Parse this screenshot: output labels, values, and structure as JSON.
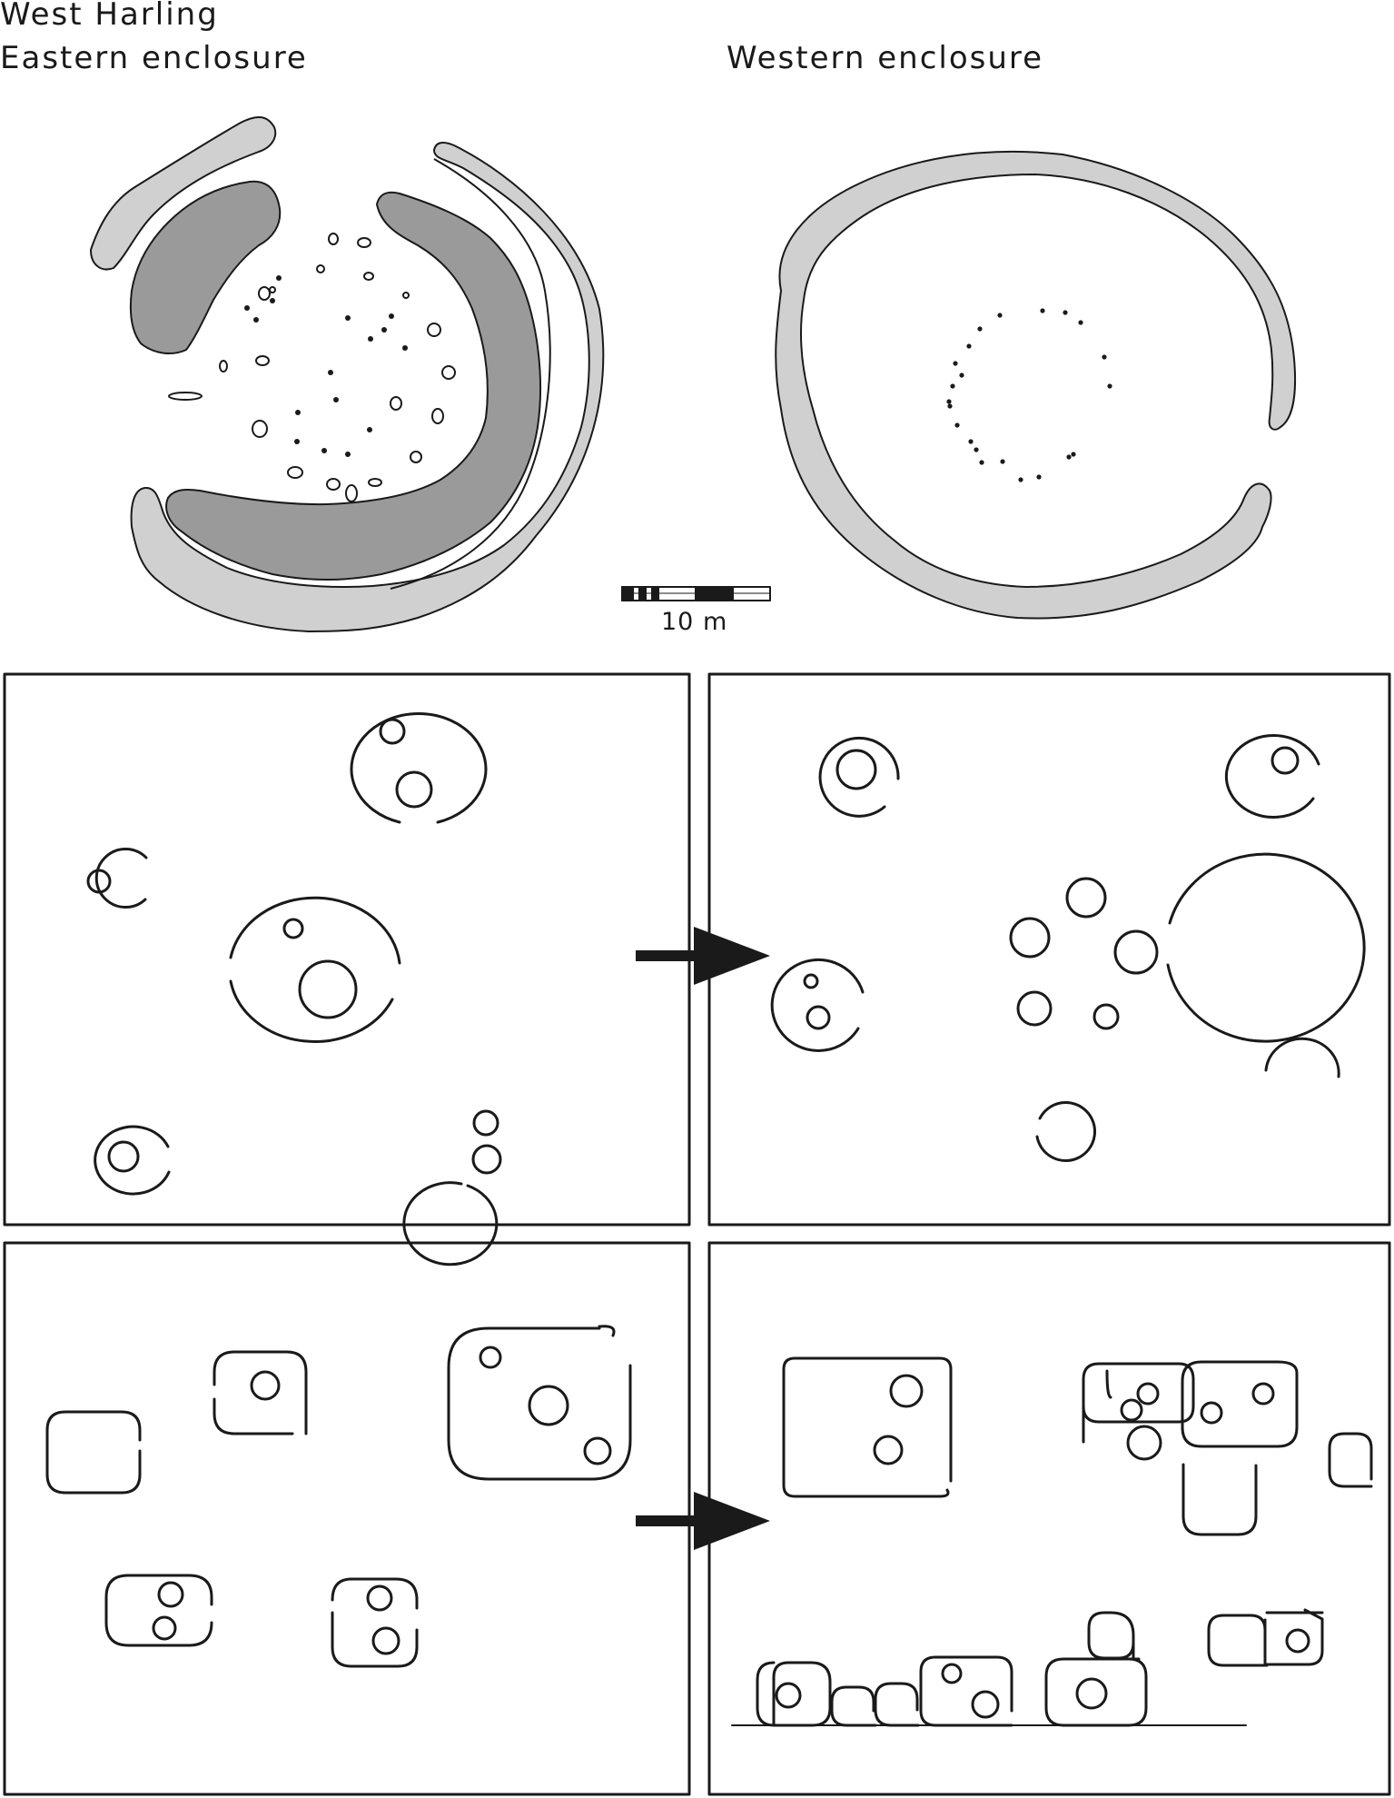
{
  "site_title": "West Harling",
  "eastern_label": "Eastern enclosure",
  "western_label": "Western enclosure",
  "scale_label": "10 m",
  "colors": {
    "outer_bank": "#d0d0d0",
    "inner_bank": "#9a9a9a",
    "line": "#1a1a1a",
    "background": "#ffffff"
  }
}
